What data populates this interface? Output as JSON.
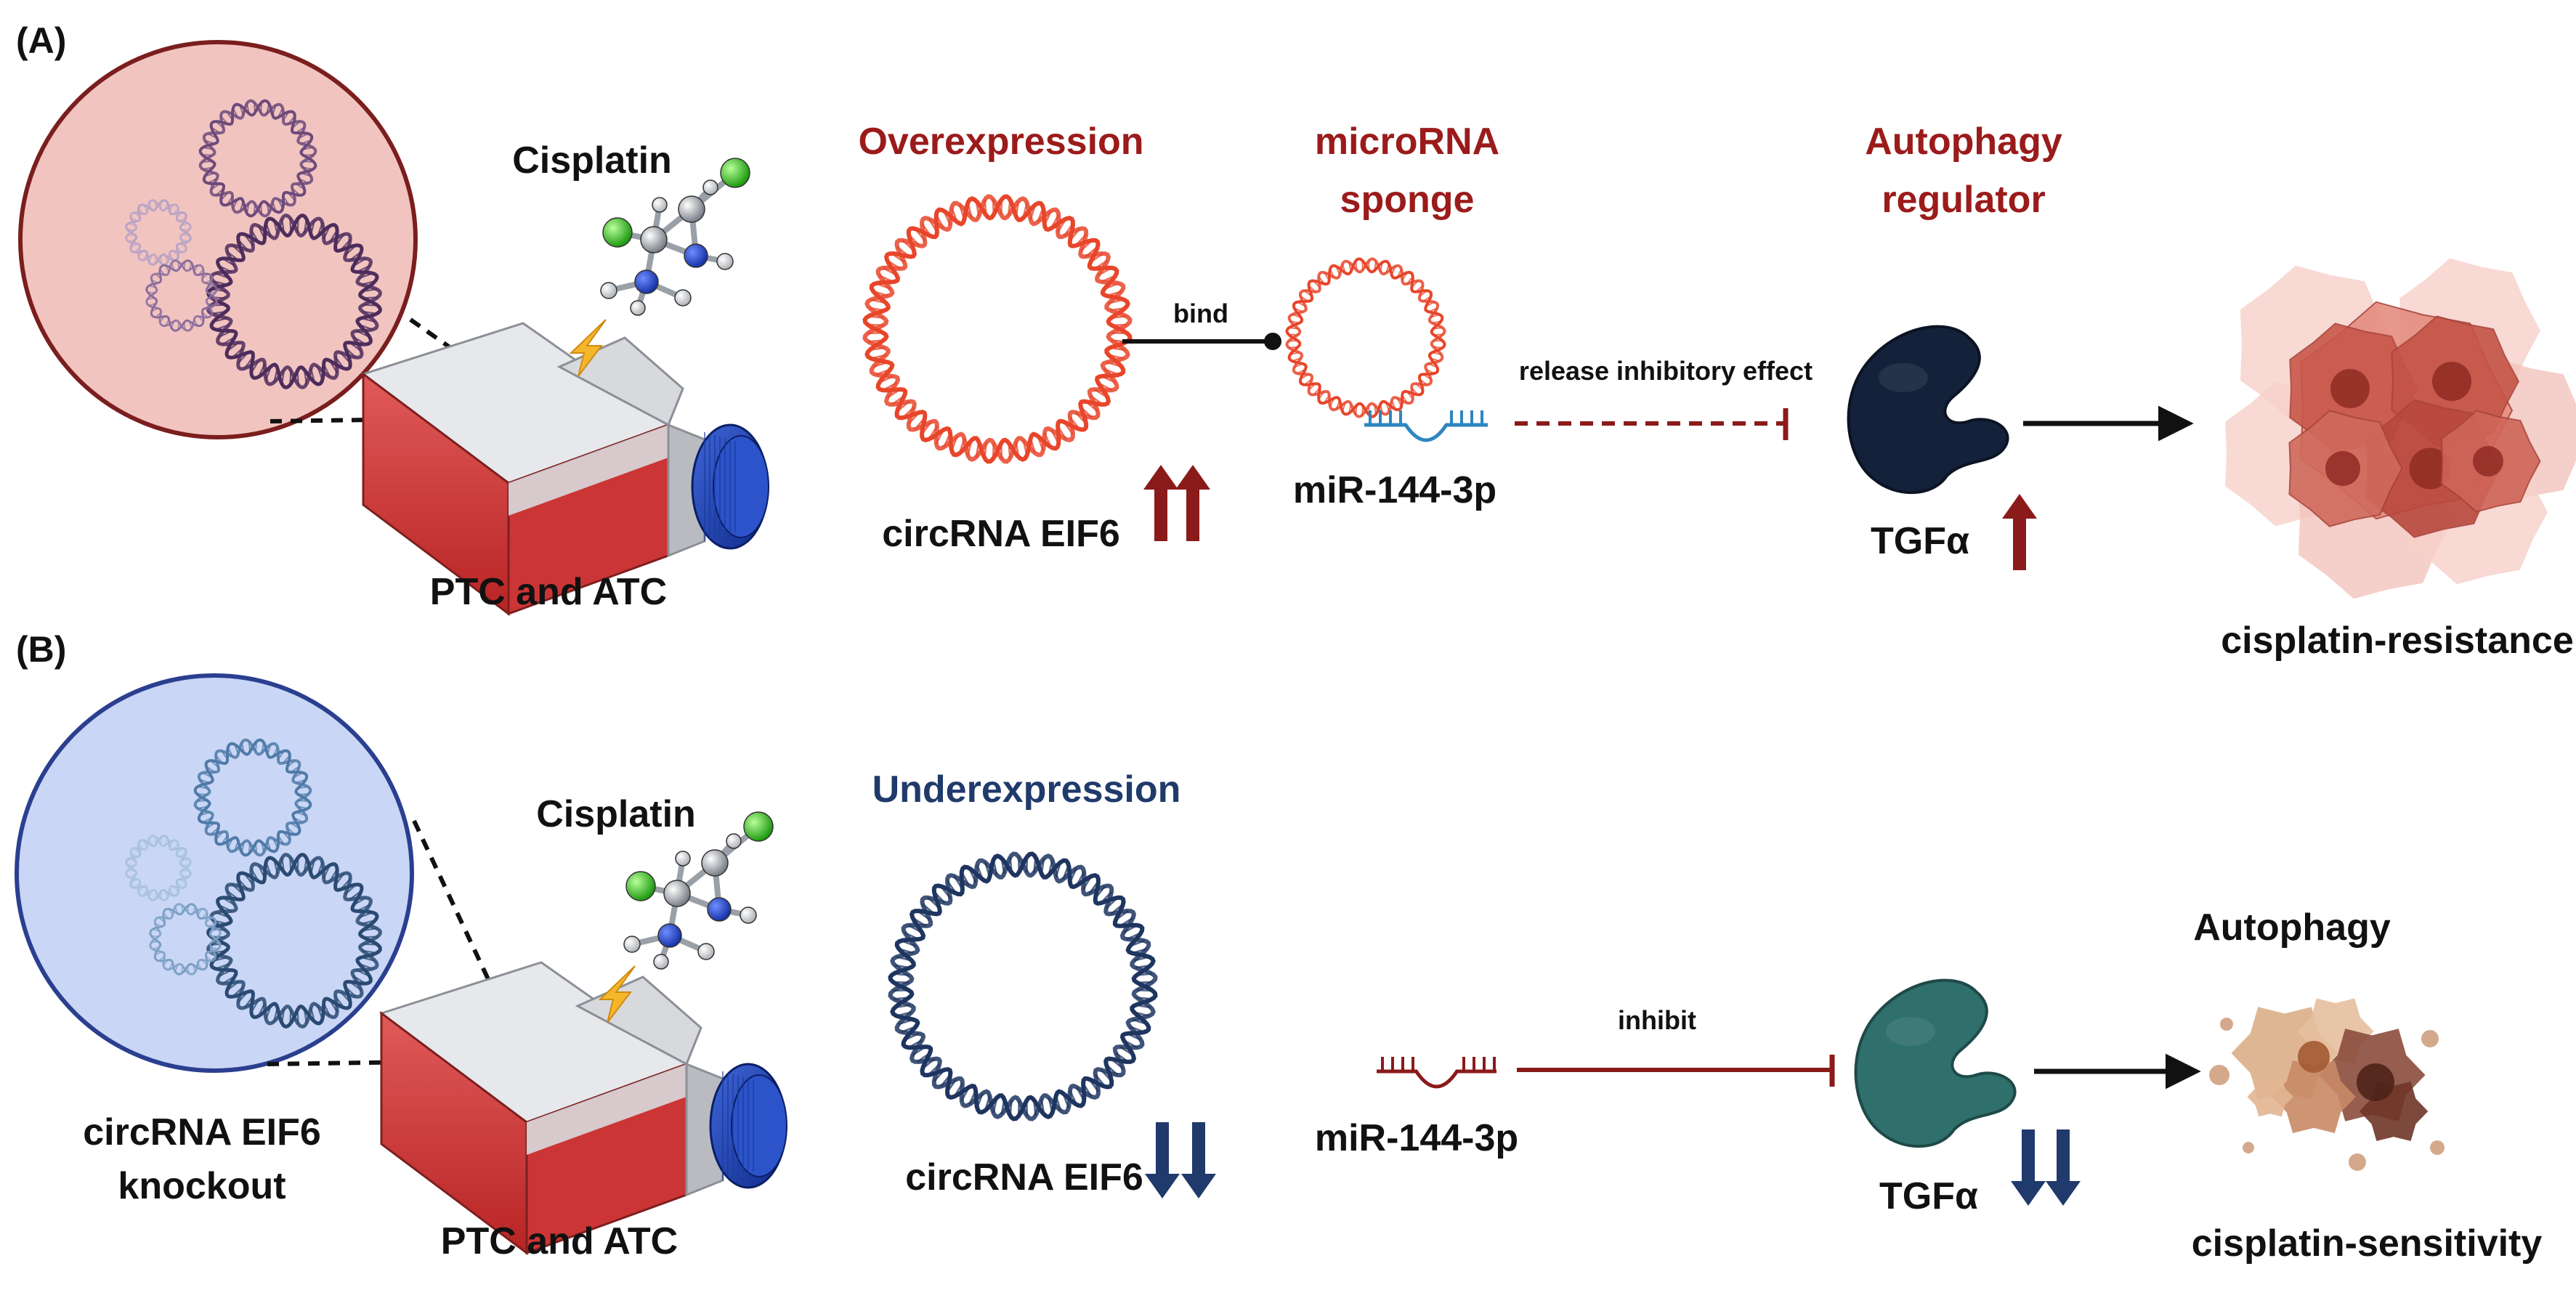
{
  "panel_a": {
    "label": "(A)",
    "drug": "Cisplatin",
    "cell_lines": "PTC and ATC",
    "head_overexpression": "Overexpression",
    "head_sponge_1": "microRNA",
    "head_sponge_2": "sponge",
    "head_regulator_1": "Autophagy",
    "head_regulator_2": "regulator",
    "circ_label": "circRNA EIF6",
    "bind_label": "bind",
    "mirna_label": "miR-144-3p",
    "release_label": "release inhibitory effect",
    "tgf_label": "TGFα",
    "outcome": "cisplatin-resistance"
  },
  "panel_b": {
    "label": "(B)",
    "drug": "Cisplatin",
    "knockout_1": "circRNA EIF6",
    "knockout_2": "knockout",
    "cell_lines": "PTC and ATC",
    "head_underexpression": "Underexpression",
    "circ_label": "circRNA EIF6",
    "mirna_label": "miR-144-3p",
    "inhibit_label": "inhibit",
    "tgf_label": "TGFα",
    "autophagy_label": "Autophagy",
    "outcome": "cisplatin-sensitivity"
  },
  "colors": {
    "dark_red": "#8b1a1a",
    "red_text": "#9b1b1b",
    "navy": "#1f3a6b",
    "pink_circle": "#f2c4c0",
    "blue_circle": "#c9d6f5",
    "dna_red": "#e8452a",
    "dna_navy": "#1e3560",
    "tgf_dark": "#14213a",
    "tgf_teal": "#2f6f6c"
  },
  "icons": [
    "dna-circle-icon",
    "culture-flask-icon",
    "cisplatin-molecule-icon",
    "lightning-icon",
    "protein-icon",
    "tumor-cell-cluster-icon",
    "arrow-up-icon",
    "arrow-down-icon"
  ]
}
